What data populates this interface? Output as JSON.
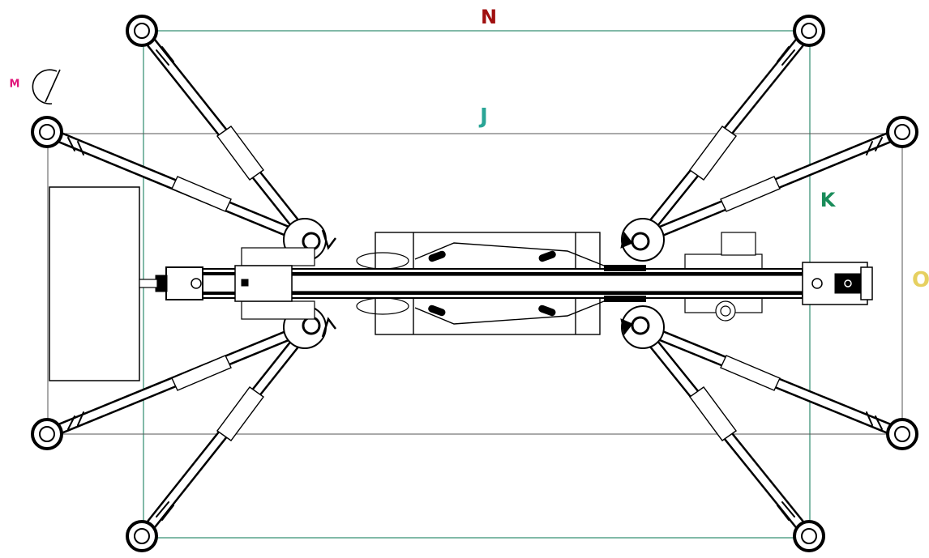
{
  "labels": {
    "n": {
      "text": "N",
      "color": "#a01010"
    },
    "j": {
      "text": "J",
      "color": "#2aa596"
    },
    "k": {
      "text": "K",
      "color": "#1a8c5a"
    },
    "o": {
      "text": "O",
      "color": "#e6d060"
    },
    "m": {
      "text": "M",
      "color": "#e0157a"
    }
  },
  "colors": {
    "line": "#000000",
    "outer_frame": "#2e8b6e",
    "inner_frame": "#555555"
  },
  "icons": {
    "rotation": "rotation-arrow-icon"
  }
}
